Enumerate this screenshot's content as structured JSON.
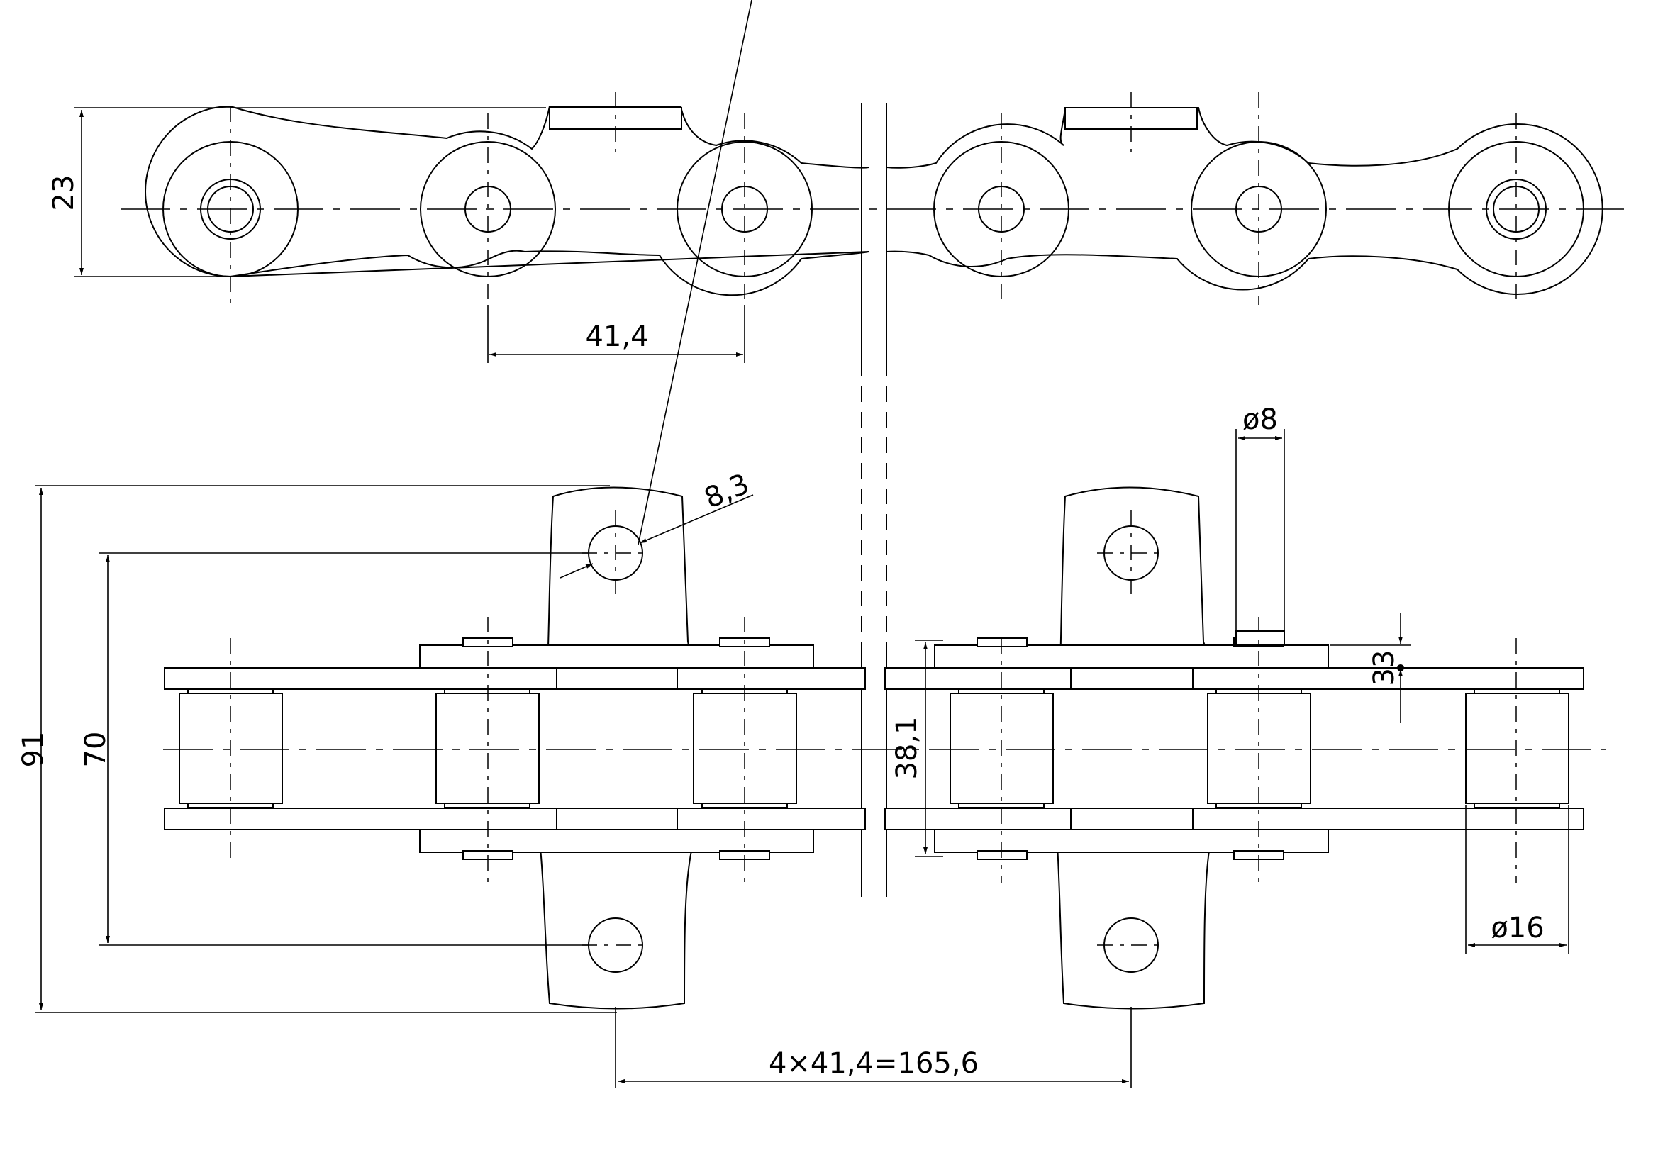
{
  "drawing": {
    "stroke_color": "#000000",
    "background_color": "#ffffff"
  },
  "dimensions": {
    "side_height": "23",
    "side_pitch": "41,4",
    "total_height": "91",
    "hole_spacing": "70",
    "hole_diameter": "8,3",
    "inner_width": "38,1",
    "pin_diameter": "ø8",
    "plate_offset": "33",
    "roller_diameter": "ø16",
    "attachment_pitch": "4×41,4=165,6"
  }
}
